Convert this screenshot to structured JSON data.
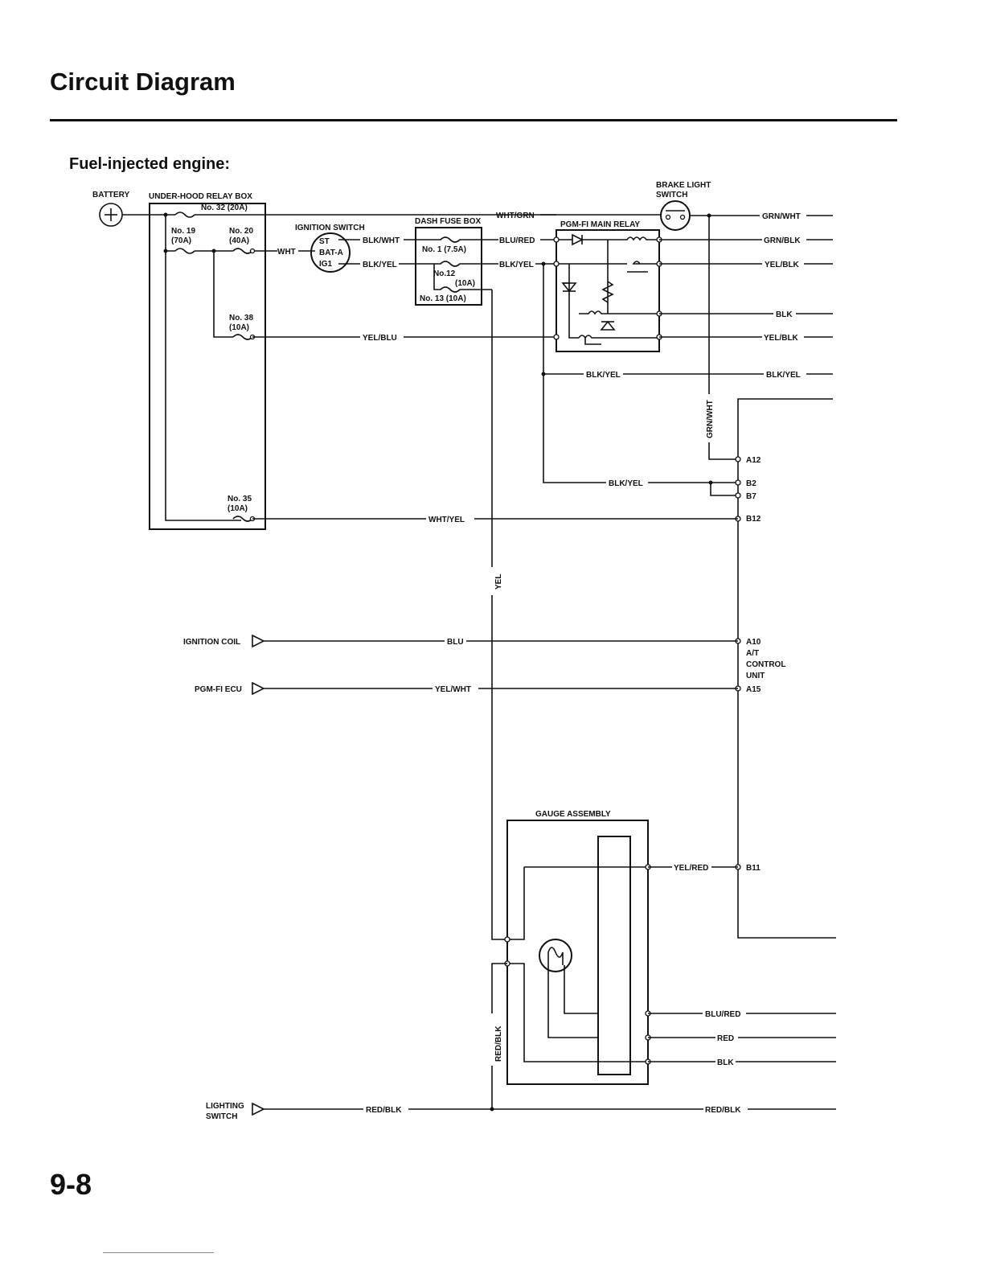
{
  "page": {
    "title": "Circuit Diagram",
    "subtitle": "Fuel-injected engine:",
    "page_number": "9-8"
  },
  "components": {
    "battery": "BATTERY",
    "underhood_box": "UNDER-HOOD RELAY BOX",
    "ignition_switch": "IGNITION SWITCH",
    "dash_fuse_box": "DASH FUSE BOX",
    "main_relay": "PGM-FI MAIN RELAY",
    "brake_switch_1": "BRAKE LIGHT",
    "brake_switch_2": "SWITCH",
    "ignition_coil": "IGNITION COIL",
    "pgmfi_ecu": "PGM-FI ECU",
    "lighting_switch_1": "LIGHTING",
    "lighting_switch_2": "SWITCH",
    "gauge_assembly": "GAUGE ASSEMBLY",
    "at_unit_1": "A/T",
    "at_unit_2": "CONTROL",
    "at_unit_3": "UNIT"
  },
  "ignition_terminals": {
    "st": "ST",
    "bat": "BAT-A",
    "ig": "IG1"
  },
  "fuses": {
    "f32": "No. 32 (20A)",
    "f19_num": "No. 19",
    "f19_amp": "(70A)",
    "f20_num": "No. 20",
    "f20_amp": "(40A)",
    "f38_num": "No. 38",
    "f38_amp": "(10A)",
    "f35_num": "No. 35",
    "f35_amp": "(10A)",
    "f1": "No. 1 (7.5A)",
    "f12_num": "No.12",
    "f12_amp": "(10A)",
    "f13": "No. 13 (10A)"
  },
  "wires": {
    "wht": "WHT",
    "blk_wht": "BLK/WHT",
    "blk_yel": "BLK/YEL",
    "wht_grn": "WHT/GRN",
    "blu_red": "BLU/RED",
    "yel_blu": "YEL/BLU",
    "grn_wht": "GRN/WHT",
    "grn_blk": "GRN/BLK",
    "yel_blk": "YEL/BLK",
    "blk": "BLK",
    "yel_blk_out": "YEL/BLK",
    "wht_yel": "WHT/YEL",
    "yel": "YEL",
    "blu": "BLU",
    "yel_wht": "YEL/WHT",
    "yel_red": "YEL/RED",
    "red": "RED",
    "red_blk": "RED/BLK"
  },
  "pins": {
    "a12": "A12",
    "b2": "B2",
    "b7": "B7",
    "b12": "B12",
    "a10": "A10",
    "a15": "A15",
    "b11": "B11"
  }
}
